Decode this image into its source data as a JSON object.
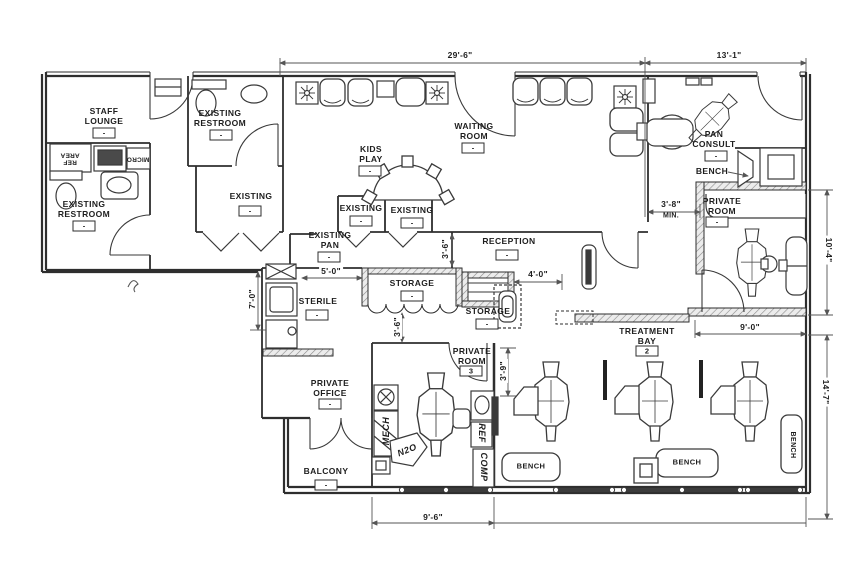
{
  "meta": {
    "drawing_type": "dental office floor plan",
    "line_color": "#3a3a3a",
    "paper_color": "#ffffff"
  },
  "labels": {
    "staff_lounge": "STAFF\nLOUNGE",
    "existing_restroom_top": "EXISTING\nRESTROOM",
    "existing_restroom_left": "EXISTING\nRESTROOM",
    "ref_area": "REF\nAREA",
    "micro": "MICRO",
    "existing_closet_a": "EXISTING",
    "existing_closet_b": "EXISTING",
    "existing_closet_c": "EXISTING",
    "existing_pan": "EXISTING\nPAN",
    "kids_play": "KIDS\nPLAY",
    "waiting_room": "WAITING\nROOM",
    "pan_consult": "PAN\nCONSULT",
    "bench_callout": "BENCH",
    "private_room_right": "PRIVATE\nROOM",
    "reception": "RECEPTION",
    "storage_1": "STORAGE",
    "storage_2": "STORAGE",
    "sterile": "STERILE",
    "treatment_bay": "TREATMENT\nBAY",
    "private_room_3": "PRIVATE\nROOM",
    "private_office": "PRIVATE\nOFFICE",
    "balcony": "BALCONY",
    "bench_1": "BENCH",
    "bench_2": "BENCH",
    "bench_right": "BENCH"
  },
  "tags": {
    "staff_lounge": "-",
    "existing_restroom_top": "-",
    "existing_restroom_left": "-",
    "existing_closet_a": "-",
    "existing_closet_b": "-",
    "existing_closet_c": "-",
    "existing_pan": "-",
    "kids_play": "-",
    "waiting_room": "-",
    "pan_consult": "-",
    "private_room_right": "-",
    "reception": "-",
    "storage_1": "-",
    "storage_2": "-",
    "sterile": "-",
    "treatment_bay": "2",
    "private_room_3": "3",
    "private_office": "-",
    "balcony": "-"
  },
  "dimensions": {
    "top_waiting": "29'-6\"",
    "top_right": "13'-1\"",
    "corridor_min": "3'-8\"",
    "corridor_min_suffix": "MIN.",
    "sterile_height": "7'-0\"",
    "sterile_to_storage": "5'-0\"",
    "reception_depth": "3'-6\"",
    "storage_right": "4'-0\"",
    "storage_clearance": "3'-6\"",
    "chair_clearance": "3'-9\"",
    "private_room_width": "9'-0\"",
    "private_room_height": "10'-4\"",
    "treatment_height": "14'-7\"",
    "bottom_room_width": "9'-6\""
  },
  "handwritten": {
    "mech": "MECH",
    "n2o": "N2O",
    "ref": "REF",
    "comp": "COMP"
  }
}
